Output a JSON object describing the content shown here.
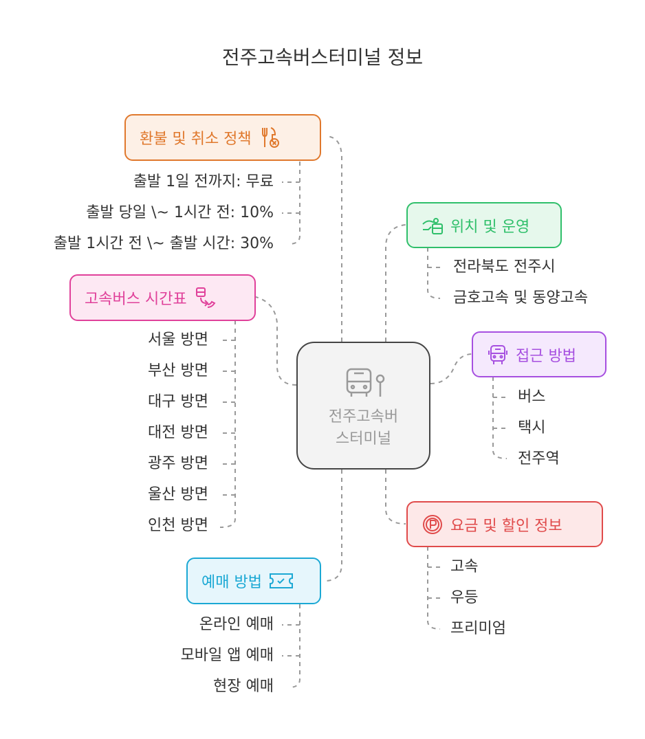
{
  "title": "전주고속버스터미널 정보",
  "center": {
    "line1": "전주고속버",
    "line2": "스터미널"
  },
  "branches": {
    "refund": {
      "label": "환불 및 취소 정책",
      "color": "#e0782c",
      "icon": "utensils-cancel-icon",
      "items": [
        "출발 1일 전까지: 무료",
        "출발 당일 \\~ 1시간 전: 10%",
        "출발 1시간 전 \\~ 출발 시간: 30%"
      ]
    },
    "timetable": {
      "label": "고속버스 시간표",
      "color": "#e0409a",
      "icon": "bus-route-icon",
      "items": [
        "서울 방면",
        "부산 방면",
        "대구 방면",
        "대전 방면",
        "광주 방면",
        "울산 방면",
        "인천 방면"
      ]
    },
    "booking": {
      "label": "예매 방법",
      "color": "#1ba8d4",
      "icon": "ticket-check-icon",
      "items": [
        "온라인 예매",
        "모바일 앱 예매",
        "현장 예매"
      ]
    },
    "location": {
      "label": "위치 및 운영",
      "color": "#2fbf6a",
      "icon": "hand-card-icon",
      "items": [
        "전라북도 전주시",
        "금호고속 및 동양고속"
      ]
    },
    "access": {
      "label": "접근 방법",
      "color": "#a64fe0",
      "icon": "bus-icon",
      "items": [
        "버스",
        "택시",
        "전주역"
      ]
    },
    "fare": {
      "label": "요금 및 할인 정보",
      "color": "#e04a4a",
      "icon": "parking-coin-icon",
      "items": [
        "고속",
        "우등",
        "프리미엄"
      ]
    }
  }
}
